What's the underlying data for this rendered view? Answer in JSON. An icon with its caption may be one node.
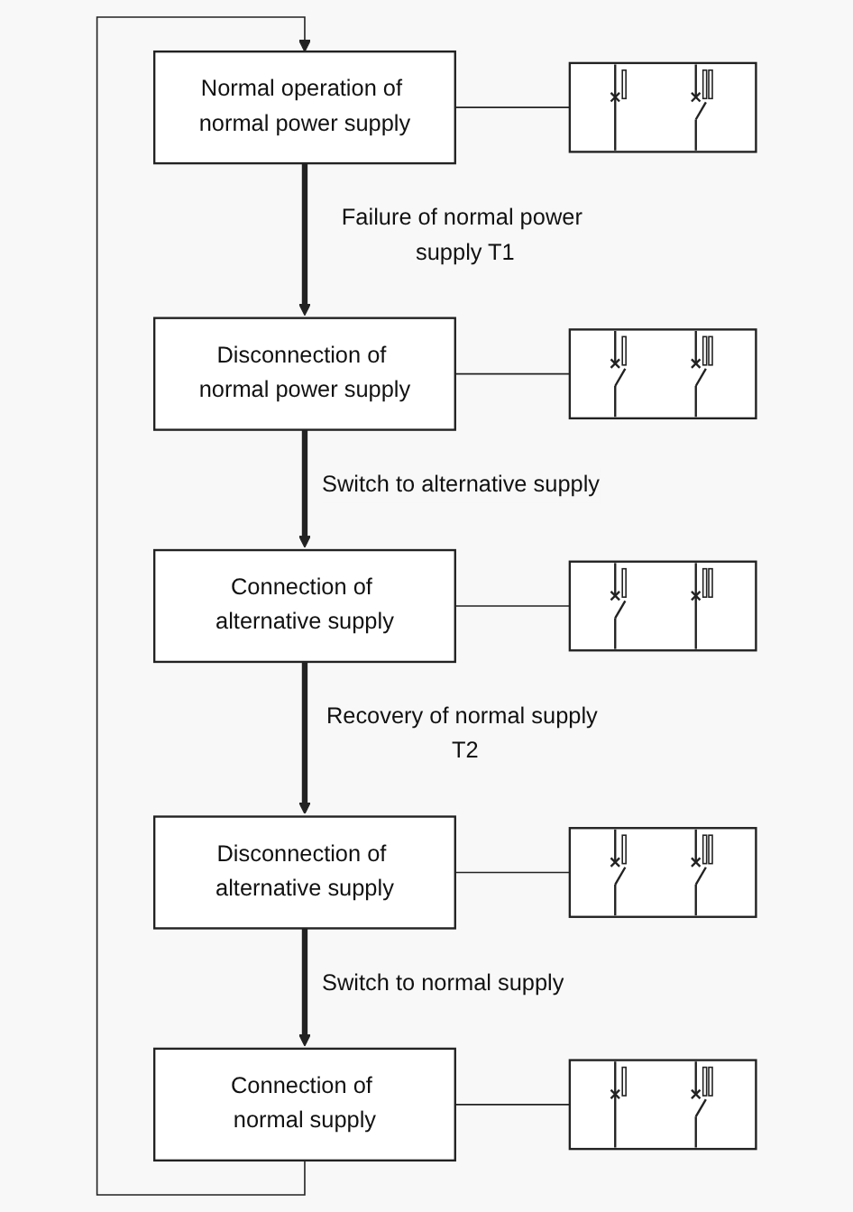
{
  "diagram": {
    "nodes": [
      {
        "text": [
          "Normal operation of normal power supply"
        ]
      },
      {
        "text": [],
        "shape": "picture"
      },
      {
        "text": [
          "Disconnection of normal power supply"
        ]
      },
      {
        "text": [],
        "shape": "picture"
      },
      {
        "text": [
          "Connection of alternative supply"
        ]
      },
      {
        "text": [],
        "shape": "picture"
      },
      {
        "text": [
          "Disconnection of alternative supply"
        ]
      },
      {
        "text": [],
        "shape": "picture"
      },
      {
        "text": [
          "Connection of normal supply"
        ]
      },
      {
        "text": [],
        "shape": "picture"
      }
    ],
    "edges": [
      {
        "from": 0,
        "to": 1,
        "arrow": "none"
      },
      {
        "from": 0,
        "to": 2,
        "arrow": "to",
        "style": "thick",
        "label": "Failure of normal power supply T1"
      },
      {
        "from": 2,
        "to": 3,
        "arrow": "none"
      },
      {
        "from": 2,
        "to": 4,
        "arrow": "to",
        "style": "thick",
        "label": "Switch to alternative supply"
      },
      {
        "from": 4,
        "to": 5,
        "arrow": "none"
      },
      {
        "from": 4,
        "to": 6,
        "arrow": "to",
        "style": "thick",
        "label": "Recovery of normal supply T2"
      },
      {
        "from": 6,
        "to": 7,
        "arrow": "none"
      },
      {
        "from": 6,
        "to": 8,
        "arrow": "to",
        "style": "thick",
        "label": "Switch to normal supply"
      },
      {
        "from": 8,
        "to": 9,
        "arrow": "none"
      },
      {
        "from": 8,
        "to": 0,
        "arrow": "to"
      }
    ]
  }
}
